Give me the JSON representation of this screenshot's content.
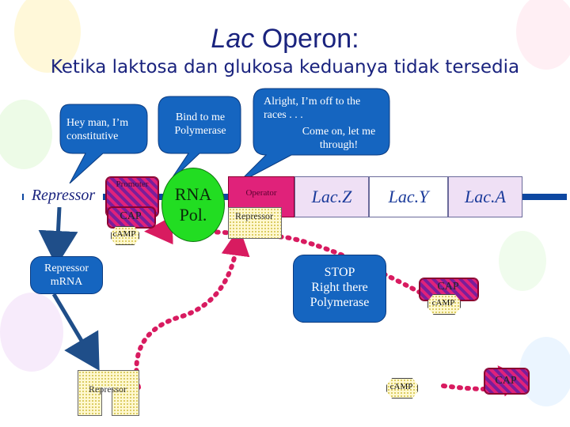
{
  "title": {
    "italic": "Lac",
    "rest": " Operon:"
  },
  "subtitle": "Ketika laktosa dan glukosa keduanya tidak tersedia",
  "bubbles": {
    "repressor_speech": "Hey man, I’m constitutive",
    "cap_speech": "Bind to me Polymerase",
    "polymerase_speech_1": "Alright, I’m off to the races . . .",
    "polymerase_speech_2": "Come on,  let me through!"
  },
  "dna": {
    "repressor_gene": "Repressor",
    "promoter": "Promoter",
    "operator": "Operator",
    "lacz": "Lac.Z",
    "lacy": "Lac.Y",
    "laca": "Lac.A"
  },
  "proteins": {
    "rna_pol_line1": "RNA",
    "rna_pol_line2": "Pol.",
    "cap_on_dna": "CAP",
    "camp_on_dna": "cAMP",
    "repressor_on_dna": "Repressor",
    "repressor_free": "Repressor",
    "cap_middle": "CAP",
    "camp_middle": "cAMP",
    "camp_bottom": "cAMP",
    "cap_bottom": "CAP"
  },
  "mrna": {
    "line1": "Repressor",
    "line2": "mRNA"
  },
  "stop": {
    "line1": "STOP",
    "line2": "Right there",
    "line3": "Polymerase"
  },
  "colors": {
    "title": "#1a237e",
    "bubble": "#1565c0",
    "dna": "#0d47a1",
    "rna_pol": "#22dd22",
    "gene_box": "#efe0f5",
    "hatch_pink": "#e0227a",
    "hatch_purple": "#7a1e9a",
    "arrow_magenta": "#d81b60"
  }
}
